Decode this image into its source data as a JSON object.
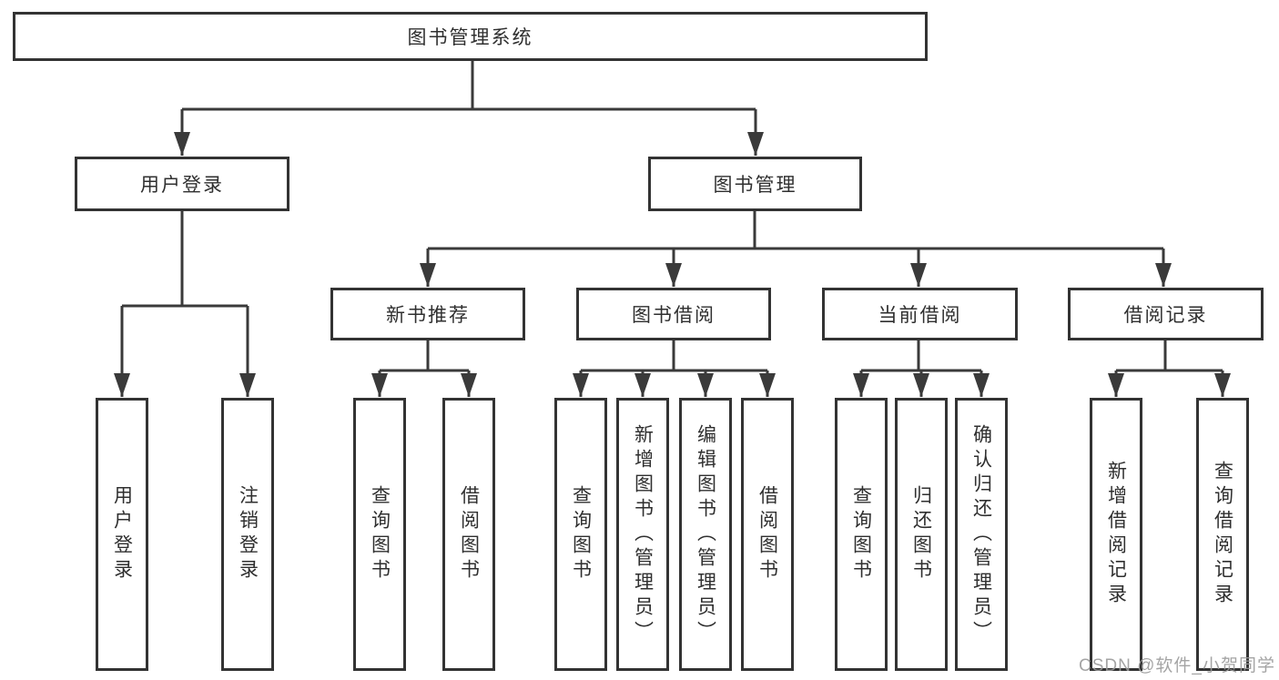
{
  "nodes": {
    "root": "图书管理系统",
    "level2": [
      "用户登录",
      "图书管理"
    ],
    "level3": [
      "新书推荐",
      "图书借阅",
      "当前借阅",
      "借阅记录"
    ],
    "leaves_login": [
      "用户登录",
      "注销登录"
    ],
    "leaves_recommend": [
      "查询图书",
      "借阅图书"
    ],
    "leaves_borrow": [
      "查询图书",
      "新增图书（管理员）",
      "编辑图书（管理员）",
      "借阅图书"
    ],
    "leaves_current": [
      "查询图书",
      "归还图书",
      "确认归还（管理员）"
    ],
    "leaves_records": [
      "新增借阅记录",
      "查询借阅记录"
    ]
  },
  "watermark": {
    "text": "CSDN @软件_小贺同学",
    "color": "#9b9b9b"
  },
  "colors": {
    "line": "#3a3a3a",
    "box_border": "#333333",
    "box_background": "#ffffff",
    "text": "#2f2f2f",
    "page_background": "#ffffff"
  }
}
